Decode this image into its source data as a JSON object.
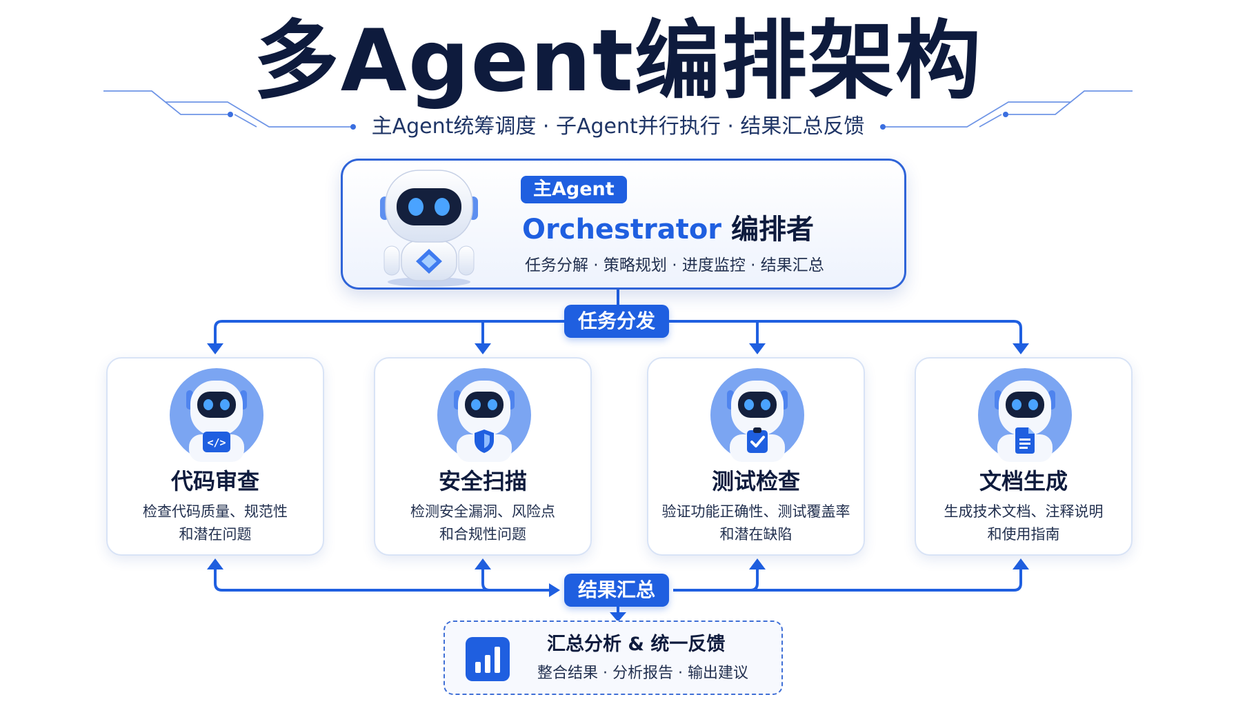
{
  "title": "多Agent编排架构",
  "subtitle": "主Agent统筹调度 · 子Agent并行执行 · 结果汇总反馈",
  "main_agent": {
    "badge": "主Agent",
    "title_en": "Orchestrator",
    "title_cn": "编排者",
    "desc": "任务分解 · 策略规划 · 进度监控 · 结果汇总"
  },
  "dispatch_label": "任务分发",
  "collect_label": "结果汇总",
  "sub_agents": [
    {
      "title": "代码审查",
      "desc1": "检查代码质量、规范性",
      "desc2": "和潜在问题",
      "icon": "code-icon"
    },
    {
      "title": "安全扫描",
      "desc1": "检测安全漏洞、风险点",
      "desc2": "和合规性问题",
      "icon": "shield-icon"
    },
    {
      "title": "测试检查",
      "desc1": "验证功能正确性、测试覆盖率",
      "desc2": "和潜在缺陷",
      "icon": "clipboard-check-icon"
    },
    {
      "title": "文档生成",
      "desc1": "生成技术文档、注释说明",
      "desc2": "和使用指南",
      "icon": "document-icon"
    }
  ],
  "summary": {
    "title": "汇总分析 & 统一反馈",
    "desc": "整合结果 · 分析报告 · 输出建议",
    "icon": "bar-chart-icon"
  },
  "colors": {
    "primary": "#1f5fe0",
    "dark": "#0e1b3d",
    "border": "#2f64d8"
  }
}
